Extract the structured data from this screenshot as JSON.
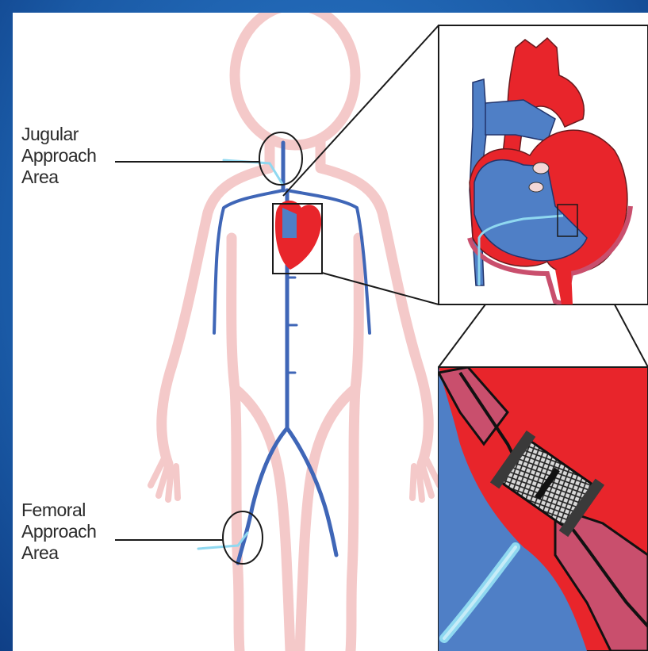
{
  "labels": {
    "jugular": [
      "Jugular",
      "Approach",
      "Area"
    ],
    "femoral": [
      "Femoral",
      "Approach",
      "Area"
    ]
  },
  "colors": {
    "frame_blue": "#1f63ad",
    "body_outline": "#f4c9c9",
    "vein_blue": "#3f66b7",
    "catheter_cyan": "#8fd8f0",
    "heart_red": "#e8252b",
    "heart_blue": "#4f7fc6",
    "tissue_pink": "#c94f6d"
  },
  "icons": [
    "stent-device-icon",
    "catheter-icon",
    "heart-illustration"
  ]
}
